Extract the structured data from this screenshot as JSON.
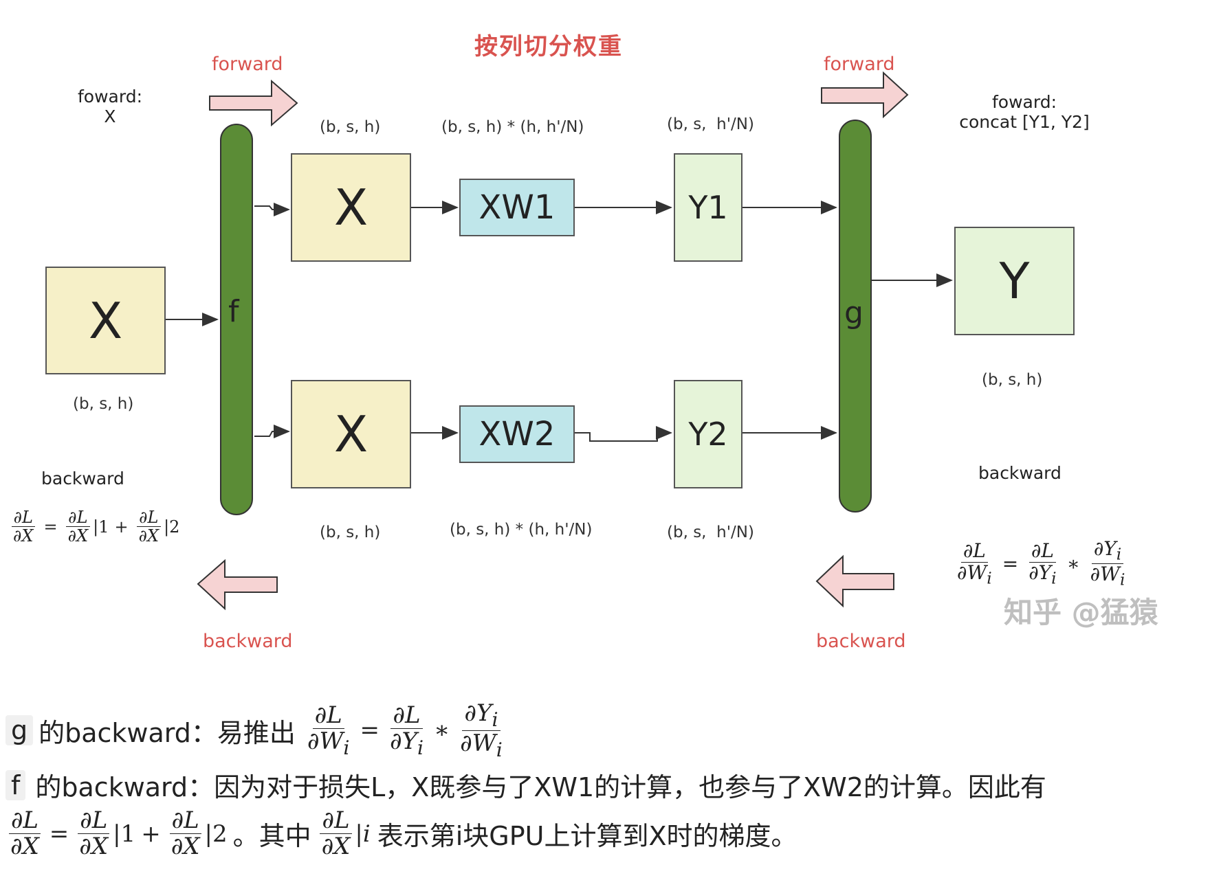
{
  "diagram": {
    "title": "按列切分权重",
    "left_forward": "forward",
    "right_forward": "forward",
    "left_backward": "backward",
    "right_backward": "backward",
    "input_forward_label": "foward:",
    "input_forward_value": "X",
    "output_forward_label": "foward:",
    "output_forward_value": "concat [Y1, Y2]",
    "input_box": "X",
    "input_shape": "(b, s, h)",
    "f_label": "f",
    "g_label": "g",
    "top_x_box": "X",
    "bottom_x_box": "X",
    "top_xw_box": "XW1",
    "bottom_xw_box": "XW2",
    "top_y_box": "Y1",
    "bottom_y_box": "Y2",
    "output_box": "Y",
    "output_shape": "(b, s, h)",
    "top_x_shape": "(b, s, h)",
    "top_mul_shape": "(b, s, h) * (h, h'/N)",
    "top_y_shape": "(b, s,  h'/N)",
    "bottom_x_shape": "(b, s, h)",
    "bottom_mul_shape": "(b, s, h) * (h, h'/N)",
    "bottom_y_shape": "(b, s,  h'/N)",
    "left_backward_heading": "backward",
    "right_backward_heading": "backward",
    "watermark": "知乎 @猛猿"
  },
  "text": {
    "g_tag": "g",
    "g_line_prefix": "的backward：易推出",
    "f_tag": "f",
    "f_line": "的backward：因为对于损失L，X既参与了XW1的计算，也参与了XW2的计算。因此有",
    "line3_mid": "。其中",
    "line3_end": "表示第i块GPU上计算到X时的梯度。"
  },
  "colors": {
    "accent_red": "#d9534f",
    "bar_green": "#5b8c36",
    "x_box": "#f6f0c8",
    "xw_box": "#bfe6ea",
    "y_box": "#e6f4d9",
    "arrow_pink": "#f6d3d3"
  }
}
